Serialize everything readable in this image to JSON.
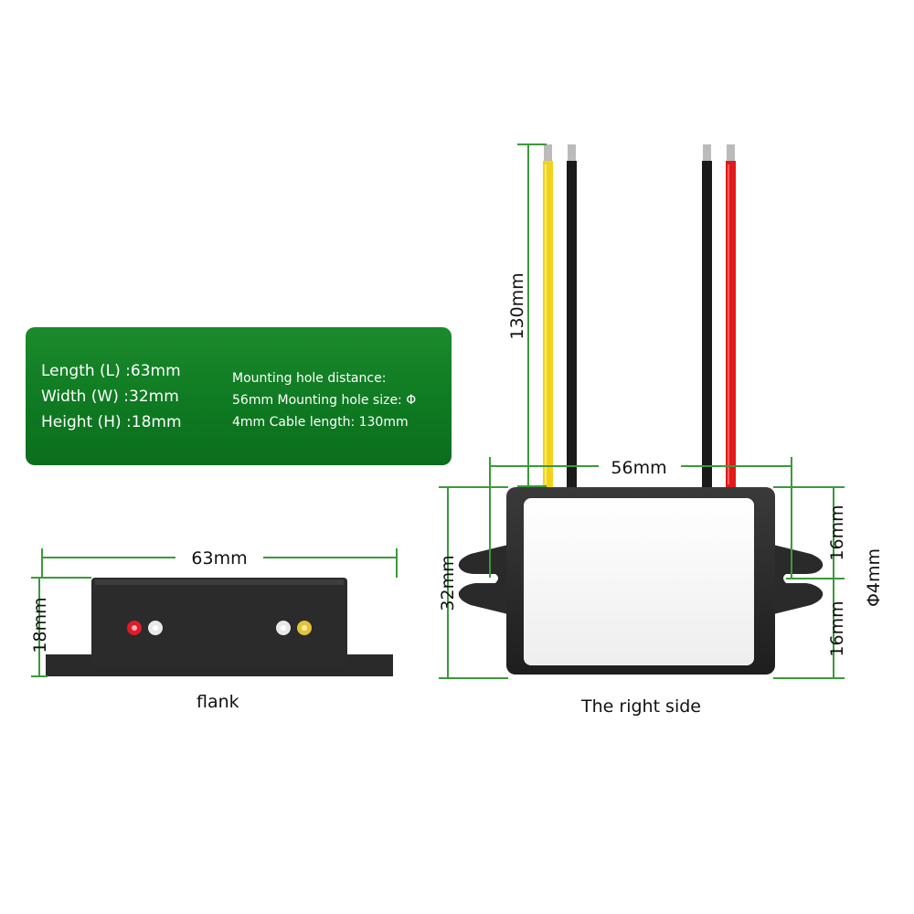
{
  "specs": {
    "dimensions": [
      "Length (L) :63mm",
      "Width (W) :32mm",
      "Height (H) :18mm"
    ],
    "mounting": [
      "Mounting hole distance:",
      "56mm Mounting hole size: Φ",
      "4mm Cable length: 130mm"
    ]
  },
  "dimension_labels": {
    "cable_length": "130mm",
    "hole_distance": "56mm",
    "flank_length": "63mm",
    "flank_height": "18mm",
    "width": "32mm",
    "upper_half": "16mm",
    "lower_half": "16mm",
    "hole_diameter": "Φ4mm"
  },
  "captions": {
    "flank": "flank",
    "right_side": "The right side"
  },
  "colors": {
    "panel_green": "#118024",
    "dimension_line": "#3a9a3a",
    "wire_yellow": "#f2d21b",
    "wire_black": "#1a1a1a",
    "wire_red": "#e11a1a",
    "housing": "#2a2a2a",
    "led_red": "#e01a2a",
    "led_white": "#e8e8e8",
    "led_yellow": "#e2c23a"
  }
}
